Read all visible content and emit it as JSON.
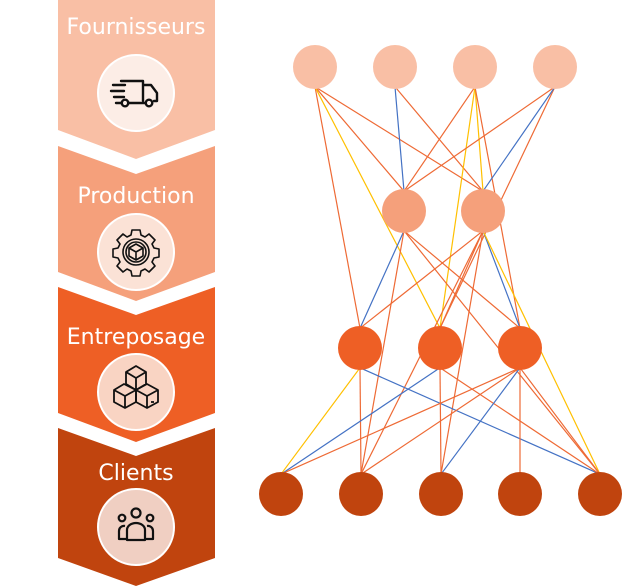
{
  "stages": [
    {
      "label": "Fournisseurs",
      "icon": "delivery-truck-icon",
      "color": "#F9BFA5",
      "icon_bg": "#FCEDE6"
    },
    {
      "label": "Production",
      "icon": "gear-box-icon",
      "color": "#F5A07B",
      "icon_bg": "#FBE2D6"
    },
    {
      "label": "Entreposage",
      "icon": "stacked-boxes-icon",
      "color": "#EE5F25",
      "icon_bg": "#F9D4C3"
    },
    {
      "label": "Clients",
      "icon": "users-group-icon",
      "color": "#C0440E",
      "icon_bg": "#F0CFC2"
    }
  ],
  "network": {
    "layers": [
      {
        "name": "fournisseurs",
        "color": "#F9BFA5",
        "nodes": [
          "S1",
          "S2",
          "S3",
          "S4"
        ]
      },
      {
        "name": "production",
        "color": "#F5A07B",
        "nodes": [
          "P1",
          "P2"
        ]
      },
      {
        "name": "entreposage",
        "color": "#EE5F25",
        "nodes": [
          "W1",
          "W2",
          "W3"
        ]
      },
      {
        "name": "clients",
        "color": "#C0440E",
        "nodes": [
          "C1",
          "C2",
          "C3",
          "C4",
          "C5"
        ]
      }
    ],
    "edge_colors": {
      "orange": "#EE6A35",
      "blue": "#4472C4",
      "yellow": "#FFC000"
    },
    "edges": [
      {
        "from": "S1",
        "to": "W1",
        "type": "orange"
      },
      {
        "from": "S1",
        "to": "P1",
        "type": "orange"
      },
      {
        "from": "S1",
        "to": "P2",
        "type": "orange"
      },
      {
        "from": "S1",
        "to": "W2",
        "type": "yellow"
      },
      {
        "from": "S2",
        "to": "P1",
        "type": "blue"
      },
      {
        "from": "S2",
        "to": "P2",
        "type": "orange"
      },
      {
        "from": "S3",
        "to": "P1",
        "type": "orange"
      },
      {
        "from": "S3",
        "to": "P2",
        "type": "yellow"
      },
      {
        "from": "S3",
        "to": "W2",
        "type": "yellow"
      },
      {
        "from": "S3",
        "to": "W3",
        "type": "orange"
      },
      {
        "from": "S4",
        "to": "P1",
        "type": "orange"
      },
      {
        "from": "S4",
        "to": "W2",
        "type": "orange"
      },
      {
        "from": "S4",
        "to": "P2",
        "type": "blue"
      },
      {
        "from": "P1",
        "to": "W1",
        "type": "blue"
      },
      {
        "from": "P1",
        "to": "C2",
        "type": "orange"
      },
      {
        "from": "P1",
        "to": "W3",
        "type": "orange"
      },
      {
        "from": "P1",
        "to": "C5",
        "type": "orange"
      },
      {
        "from": "P2",
        "to": "W1",
        "type": "orange"
      },
      {
        "from": "P2",
        "to": "C2",
        "type": "orange"
      },
      {
        "from": "P2",
        "to": "C3",
        "type": "orange"
      },
      {
        "from": "P2",
        "to": "W2",
        "type": "orange"
      },
      {
        "from": "P2",
        "to": "W3",
        "type": "blue"
      },
      {
        "from": "P2",
        "to": "C5",
        "type": "yellow"
      },
      {
        "from": "W1",
        "to": "C1",
        "type": "yellow"
      },
      {
        "from": "W1",
        "to": "C2",
        "type": "orange"
      },
      {
        "from": "W1",
        "to": "C5",
        "type": "blue"
      },
      {
        "from": "W2",
        "to": "C1",
        "type": "blue"
      },
      {
        "from": "W2",
        "to": "C3",
        "type": "orange"
      },
      {
        "from": "W2",
        "to": "C5",
        "type": "orange"
      },
      {
        "from": "W3",
        "to": "C1",
        "type": "orange"
      },
      {
        "from": "W3",
        "to": "C2",
        "type": "orange"
      },
      {
        "from": "W3",
        "to": "C3",
        "type": "blue"
      },
      {
        "from": "W3",
        "to": "C4",
        "type": "orange"
      },
      {
        "from": "W3",
        "to": "C5",
        "type": "orange"
      }
    ]
  }
}
